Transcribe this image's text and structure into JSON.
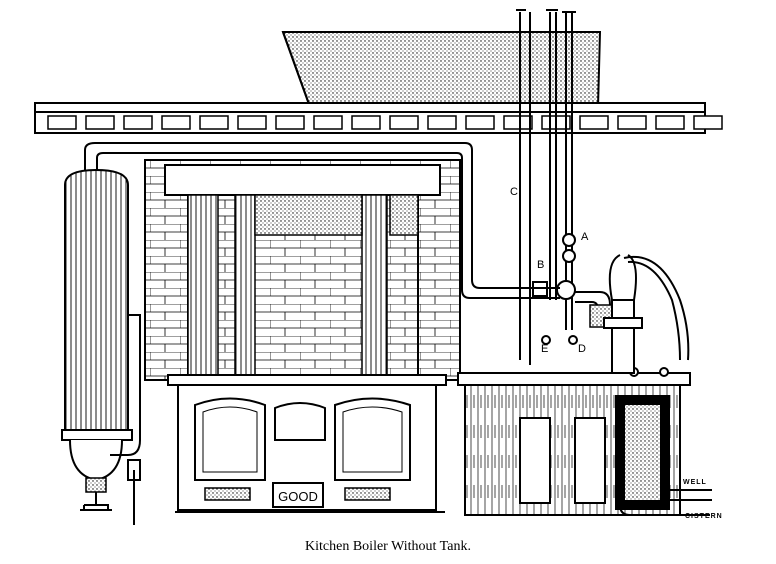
{
  "figure": {
    "caption": "Kitchen Boiler Without Tank.",
    "labels": {
      "a": "A",
      "b": "B",
      "c": "C",
      "d": "D",
      "e": "E",
      "well": "WELL",
      "cistern": "CISTERN"
    },
    "stove_plate_text": "GOOD"
  }
}
